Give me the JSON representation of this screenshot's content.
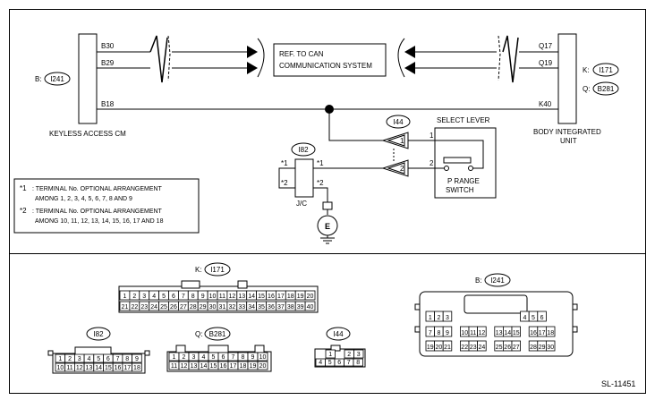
{
  "modules": {
    "keyless": {
      "label": "KEYLESS ACCESS CM",
      "code_prefix": "B:",
      "connector": "I241",
      "pins": [
        "B30",
        "B29",
        "B18"
      ]
    },
    "body": {
      "label_line1": "BODY INTEGRATED",
      "label_line2": "UNIT",
      "code_k_prefix": "K:",
      "code_k": "I171",
      "code_q_prefix": "Q:",
      "code_q": "B281",
      "pins": [
        "Q17",
        "Q19",
        "K40"
      ]
    },
    "can_ref": {
      "line1": "REF. TO CAN",
      "line2": "COMMUNICATION SYSTEM"
    },
    "select_lever": {
      "title": "SELECT LEVER",
      "connector": "I44",
      "pin1": "1",
      "pin2": "2",
      "term1": "1",
      "term2": "2",
      "switch_line1": "P RANGE",
      "switch_line2": "SWITCH"
    },
    "jc": {
      "connector": "I82",
      "label": "J/C",
      "star1_left": "*1",
      "star1_right": "*1",
      "star2_left": "*2",
      "star2_right": "*2",
      "ground": "E"
    }
  },
  "notes": {
    "n1_mark": "*1",
    "n1_line1": ": TERMINAL No. OPTIONAL ARRANGEMENT",
    "n1_line2": "AMONG 1, 2, 3, 4, 5, 6, 7, 8 AND 9",
    "n2_mark": "*2",
    "n2_line1": ": TERMINAL No. OPTIONAL ARRANGEMENT",
    "n2_line2": "AMONG 10, 11, 12, 13, 14, 15, 16, 17 AND 18"
  },
  "connectors": {
    "i171": {
      "prefix": "K:",
      "name": "I171",
      "row1": [
        "1",
        "2",
        "3",
        "4",
        "5",
        "6",
        "7",
        "8",
        "9",
        "10",
        "11",
        "12",
        "13",
        "14",
        "15",
        "16",
        "17",
        "18",
        "19",
        "20"
      ],
      "row2": [
        "21",
        "22",
        "23",
        "24",
        "25",
        "26",
        "27",
        "28",
        "29",
        "30",
        "31",
        "32",
        "33",
        "34",
        "35",
        "36",
        "37",
        "38",
        "39",
        "40"
      ]
    },
    "i241": {
      "prefix": "B:",
      "name": "I241",
      "row1": [
        "1",
        "2",
        "3",
        "",
        "",
        "",
        "",
        "",
        "",
        "",
        "",
        "4",
        "5",
        "6"
      ],
      "row2": [
        "7",
        "8",
        "9",
        "",
        "10",
        "11",
        "12",
        "",
        "13",
        "14",
        "15",
        "",
        "16",
        "17",
        "18"
      ],
      "row3": [
        "19",
        "20",
        "21",
        "",
        "22",
        "23",
        "24",
        "",
        "25",
        "26",
        "27",
        "",
        "28",
        "29",
        "30"
      ]
    },
    "i82": {
      "name": "I82",
      "row1": [
        "1",
        "2",
        "3",
        "4",
        "5",
        "6",
        "7",
        "8",
        "9"
      ],
      "row2": [
        "10",
        "11",
        "12",
        "13",
        "14",
        "15",
        "16",
        "17",
        "18"
      ]
    },
    "b281": {
      "prefix": "Q:",
      "name": "B281",
      "row1": [
        "1",
        "2",
        "3",
        "4",
        "5",
        "6",
        "7",
        "8",
        "9",
        "10"
      ],
      "row2": [
        "11",
        "12",
        "13",
        "14",
        "15",
        "16",
        "17",
        "18",
        "19",
        "20"
      ]
    },
    "i44": {
      "name": "I44",
      "row1": [
        "1",
        "",
        "2",
        "3"
      ],
      "row2": [
        "4",
        "5",
        "6",
        "7",
        "8"
      ]
    }
  },
  "figure_id": "SL-11451"
}
